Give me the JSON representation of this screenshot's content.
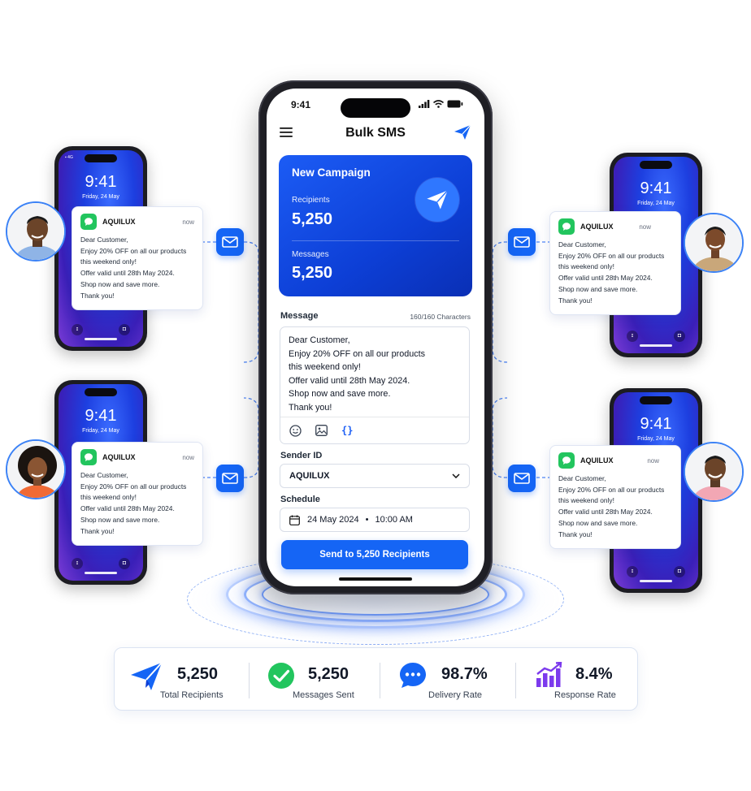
{
  "brand_colors": {
    "primary": "#1565f5",
    "deep": "#0d3fd6",
    "success": "#22c55e",
    "purple": "#7c3aed"
  },
  "main_phone": {
    "status_time": "9:41",
    "app_title": "Bulk SMS",
    "campaign": {
      "title": "New Campaign",
      "recipients_label": "Recipients",
      "recipients_value": "5,250",
      "messages_label": "Messages",
      "messages_value": "5,250"
    },
    "message": {
      "label": "Message",
      "char_count": "160/160 Characters",
      "lines": [
        "Dear Customer,",
        "Enjoy 20% OFF on all our products",
        "this weekend only!",
        "Offer valid until 28th May 2024.",
        "Shop now and save more.",
        "Thank you!"
      ],
      "tools": [
        "emoji-icon",
        "image-icon",
        "braces-icon"
      ],
      "braces_glyph": "{}"
    },
    "sender": {
      "label": "Sender ID",
      "value": "AQUILUX"
    },
    "schedule": {
      "label": "Schedule",
      "date": "24 May 2024",
      "separator": "•",
      "time": "10:00 AM"
    },
    "send_button": "Send to 5,250 Recipients"
  },
  "recipient_phones": [
    {
      "time": "9:41",
      "date": "Friday, 24 May"
    },
    {
      "time": "9:41",
      "date": "Friday, 24 May"
    },
    {
      "time": "9:41",
      "date": "Friday, 24 May"
    },
    {
      "time": "9:41",
      "date": "Friday, 24 May"
    }
  ],
  "notifications": [
    {
      "app": "AQUILUX",
      "time": "now",
      "lines": [
        "Dear Customer,",
        "Enjoy 20% OFF on all our products",
        "this weekend only!",
        "Offer valid until 28th May 2024.",
        "Shop now and save more.",
        "Thank you!"
      ]
    },
    {
      "app": "AQUILUX",
      "time": "now",
      "lines": [
        "Dear Customer,",
        "Enjoy 20% OFF on all our products",
        "this weekend only!",
        "Offer valid until 28th May 2024.",
        "Shop now and save more.",
        "Thank you!"
      ]
    },
    {
      "app": "AQUILUX",
      "time": "now",
      "lines": [
        "Dear Customer,",
        "Enjoy 20% OFF on all our products",
        "this weekend only!",
        "Offer valid until 28th May 2024.",
        "Shop now and save more.",
        "Thank you!"
      ]
    },
    {
      "app": "AQUILUX",
      "time": "now",
      "lines": [
        "Dear Customer,",
        "Enjoy 20% OFF on all our products",
        "this weekend only!",
        "Offer valid until 28th May 2024.",
        "Shop now and save more.",
        "Thank you!"
      ]
    }
  ],
  "stats": [
    {
      "value": "5,250",
      "label": "Total Recipients",
      "icon": "paper-plane-icon"
    },
    {
      "value": "5,250",
      "label": "Messages Sent",
      "icon": "check-circle-icon"
    },
    {
      "value": "98.7%",
      "label": "Delivery Rate",
      "icon": "chat-bubble-icon"
    },
    {
      "value": "8.4%",
      "label": "Response Rate",
      "icon": "growth-chart-icon"
    }
  ]
}
